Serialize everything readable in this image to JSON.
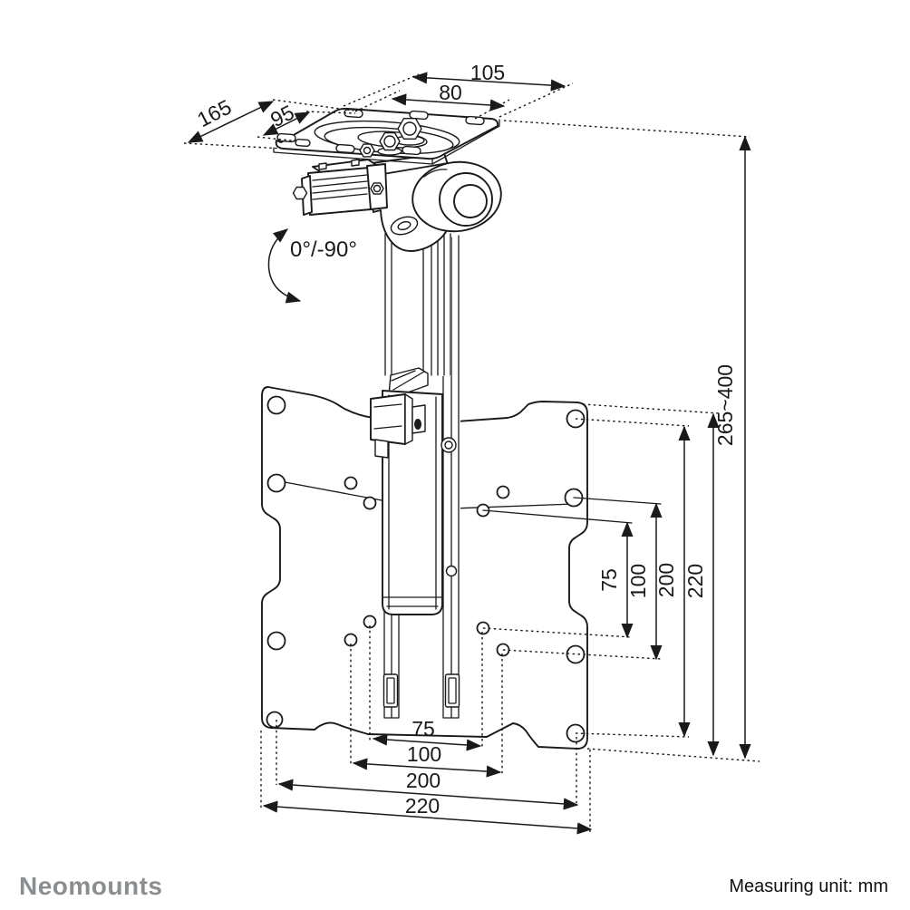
{
  "colors": {
    "line": "#1a1a1a",
    "brand_gray": "#8b8e90",
    "text": "#111111",
    "background": "#ffffff"
  },
  "footer": {
    "brand": "Neomounts",
    "unit_note": "Measuring unit: mm"
  },
  "annotations": {
    "tilt_range": "0°/-90°"
  },
  "dimensions": {
    "ceiling_plate_width": "105",
    "ceiling_plate_hole_spacing": "80",
    "ceiling_plate_depth": "165",
    "ceiling_plate_hole_spacing_depth": "95",
    "height_range": "265~400",
    "vesa_height_75": "75",
    "vesa_height_100": "100",
    "vesa_height_200": "200",
    "plate_height_220": "220",
    "vesa_width_75": "75",
    "vesa_width_100": "100",
    "vesa_width_200": "200",
    "plate_width_220": "220"
  }
}
